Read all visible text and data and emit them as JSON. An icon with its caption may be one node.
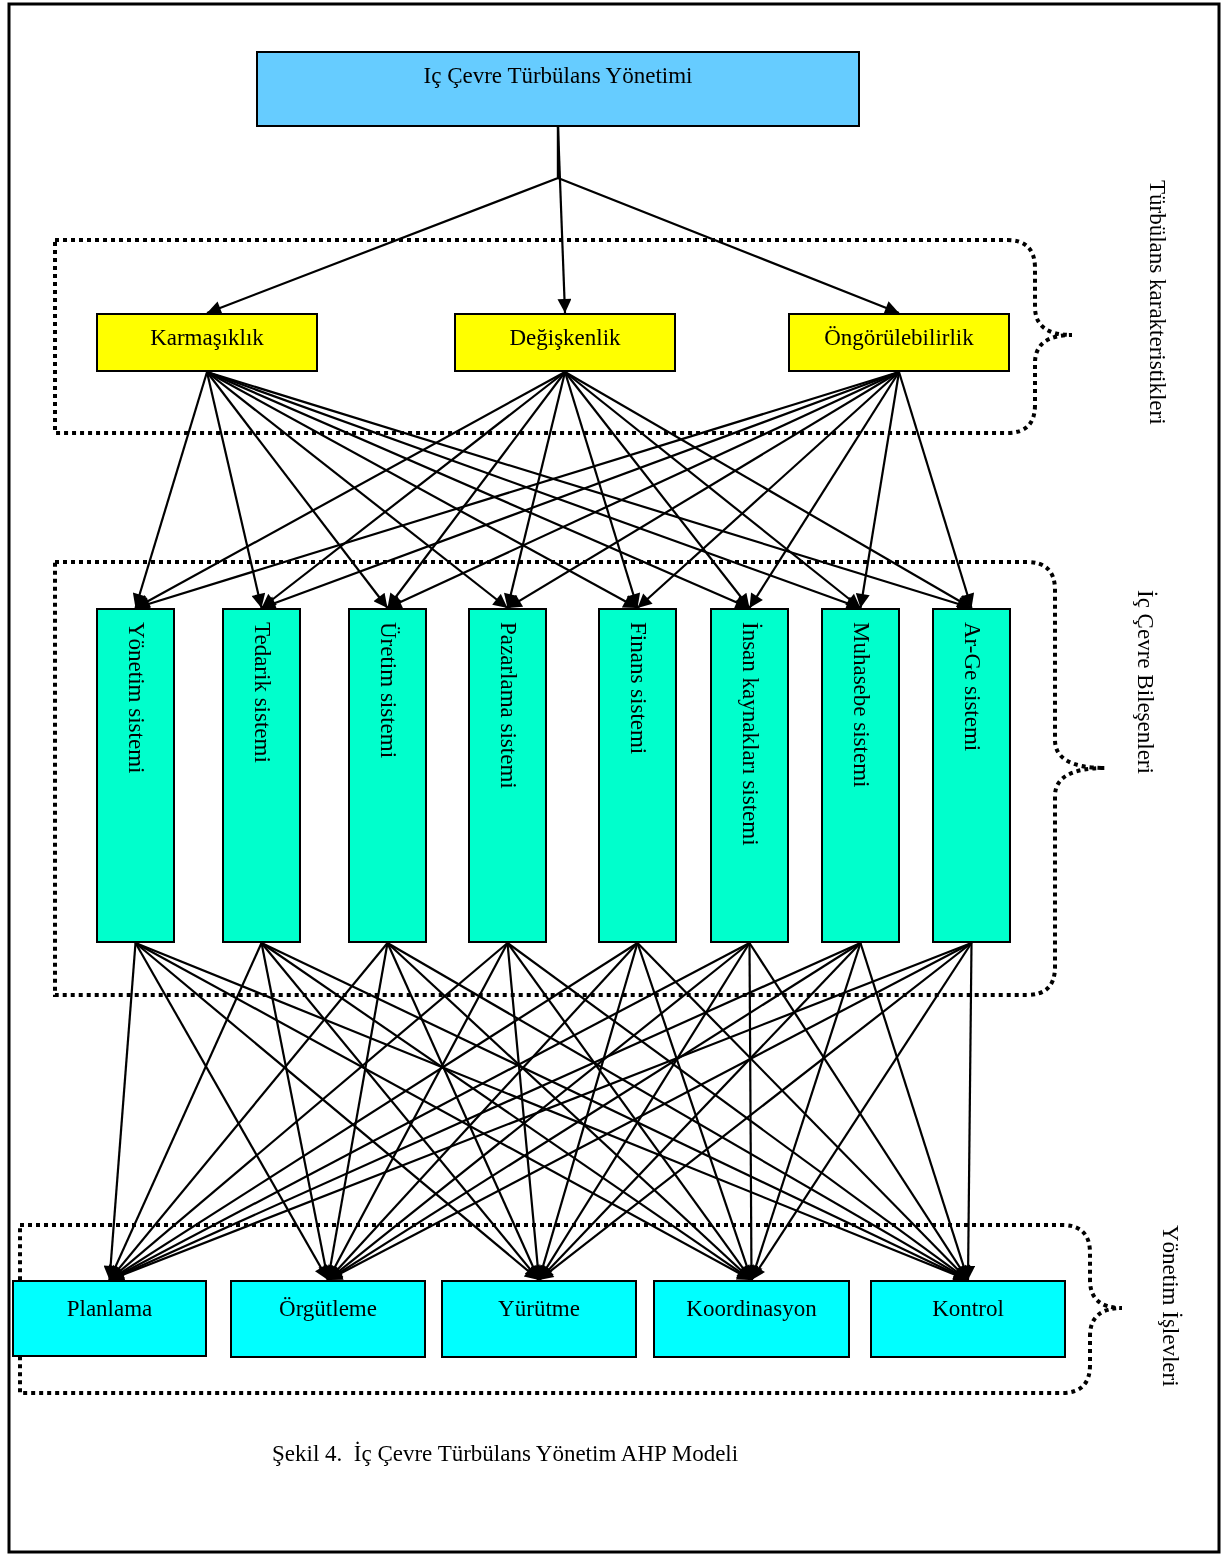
{
  "diagram": {
    "caption": "Şekil 4.  İç Çevre Türbülans Yönetim AHP Modeli",
    "nodes": [
      {
        "text": [
          "Iç Çevre Türbülans Yönetimi"
        ]
      },
      {
        "text": [
          "Türbülans karakteristikleri"
        ]
      },
      {
        "text": [
          "Karmaşıklık"
        ],
        "in": 1
      },
      {
        "text": [
          "Değişkenlik"
        ],
        "in": 1
      },
      {
        "text": [
          "Öngörülebilirlik"
        ],
        "in": 1
      },
      {
        "text": [
          "İç Çevre Bileşenleri"
        ]
      },
      {
        "text": [
          "Yönetim sistemi"
        ],
        "in": 5
      },
      {
        "text": [
          "Tedarik sistemi"
        ],
        "in": 5
      },
      {
        "text": [
          "Üretim sistemi"
        ],
        "in": 5
      },
      {
        "text": [
          "Pazarlama sistemi"
        ],
        "in": 5
      },
      {
        "text": [
          "Finans sistemi"
        ],
        "in": 5
      },
      {
        "text": [
          "İnsan kaynakları sistemi"
        ],
        "in": 5
      },
      {
        "text": [
          "Muhasebe sistemi"
        ],
        "in": 5
      },
      {
        "text": [
          "Ar-Ge sistemi"
        ],
        "in": 5
      },
      {
        "text": [
          "Yönetim İşlevleri"
        ]
      },
      {
        "text": [
          "Planlama"
        ],
        "in": 14
      },
      {
        "text": [
          "Örgütleme"
        ],
        "in": 14
      },
      {
        "text": [
          "Yürütme"
        ],
        "in": 14
      },
      {
        "text": [
          "Koordinasyon"
        ],
        "in": 14
      },
      {
        "text": [
          "Kontrol"
        ],
        "in": 14
      }
    ],
    "edges": [
      {
        "from": 0,
        "to": 2,
        "arrow": "to"
      },
      {
        "from": 0,
        "to": 3,
        "arrow": "to"
      },
      {
        "from": 0,
        "to": 4,
        "arrow": "to"
      },
      {
        "from": 2,
        "to": 6,
        "arrow": "to"
      },
      {
        "from": 2,
        "to": 7,
        "arrow": "to"
      },
      {
        "from": 2,
        "to": 8,
        "arrow": "to"
      },
      {
        "from": 2,
        "to": 9,
        "arrow": "to"
      },
      {
        "from": 2,
        "to": 10,
        "arrow": "to"
      },
      {
        "from": 2,
        "to": 11,
        "arrow": "to"
      },
      {
        "from": 2,
        "to": 12,
        "arrow": "to"
      },
      {
        "from": 2,
        "to": 13,
        "arrow": "to"
      },
      {
        "from": 3,
        "to": 6,
        "arrow": "to"
      },
      {
        "from": 3,
        "to": 7,
        "arrow": "to"
      },
      {
        "from": 3,
        "to": 8,
        "arrow": "to"
      },
      {
        "from": 3,
        "to": 9,
        "arrow": "to"
      },
      {
        "from": 3,
        "to": 10,
        "arrow": "to"
      },
      {
        "from": 3,
        "to": 11,
        "arrow": "to"
      },
      {
        "from": 3,
        "to": 12,
        "arrow": "to"
      },
      {
        "from": 3,
        "to": 13,
        "arrow": "to"
      },
      {
        "from": 4,
        "to": 6,
        "arrow": "to"
      },
      {
        "from": 4,
        "to": 7,
        "arrow": "to"
      },
      {
        "from": 4,
        "to": 8,
        "arrow": "to"
      },
      {
        "from": 4,
        "to": 9,
        "arrow": "to"
      },
      {
        "from": 4,
        "to": 10,
        "arrow": "to"
      },
      {
        "from": 4,
        "to": 11,
        "arrow": "to"
      },
      {
        "from": 4,
        "to": 12,
        "arrow": "to"
      },
      {
        "from": 4,
        "to": 13,
        "arrow": "to"
      },
      {
        "from": 6,
        "to": 15,
        "arrow": "to"
      },
      {
        "from": 6,
        "to": 16,
        "arrow": "to"
      },
      {
        "from": 6,
        "to": 17,
        "arrow": "to"
      },
      {
        "from": 6,
        "to": 18,
        "arrow": "to"
      },
      {
        "from": 6,
        "to": 19,
        "arrow": "to"
      },
      {
        "from": 7,
        "to": 15,
        "arrow": "to"
      },
      {
        "from": 7,
        "to": 16,
        "arrow": "to"
      },
      {
        "from": 7,
        "to": 17,
        "arrow": "to"
      },
      {
        "from": 7,
        "to": 18,
        "arrow": "to"
      },
      {
        "from": 7,
        "to": 19,
        "arrow": "to"
      },
      {
        "from": 8,
        "to": 15,
        "arrow": "to"
      },
      {
        "from": 8,
        "to": 16,
        "arrow": "to"
      },
      {
        "from": 8,
        "to": 17,
        "arrow": "to"
      },
      {
        "from": 8,
        "to": 18,
        "arrow": "to"
      },
      {
        "from": 8,
        "to": 19,
        "arrow": "to"
      },
      {
        "from": 9,
        "to": 15,
        "arrow": "to"
      },
      {
        "from": 9,
        "to": 16,
        "arrow": "to"
      },
      {
        "from": 9,
        "to": 17,
        "arrow": "to"
      },
      {
        "from": 9,
        "to": 18,
        "arrow": "to"
      },
      {
        "from": 9,
        "to": 19,
        "arrow": "to"
      },
      {
        "from": 10,
        "to": 15,
        "arrow": "to"
      },
      {
        "from": 10,
        "to": 16,
        "arrow": "to"
      },
      {
        "from": 10,
        "to": 17,
        "arrow": "to"
      },
      {
        "from": 10,
        "to": 18,
        "arrow": "to"
      },
      {
        "from": 10,
        "to": 19,
        "arrow": "to"
      },
      {
        "from": 11,
        "to": 15,
        "arrow": "to"
      },
      {
        "from": 11,
        "to": 16,
        "arrow": "to"
      },
      {
        "from": 11,
        "to": 17,
        "arrow": "to"
      },
      {
        "from": 11,
        "to": 18,
        "arrow": "to"
      },
      {
        "from": 11,
        "to": 19,
        "arrow": "to"
      },
      {
        "from": 12,
        "to": 15,
        "arrow": "to"
      },
      {
        "from": 12,
        "to": 16,
        "arrow": "to"
      },
      {
        "from": 12,
        "to": 17,
        "arrow": "to"
      },
      {
        "from": 12,
        "to": 18,
        "arrow": "to"
      },
      {
        "from": 12,
        "to": 19,
        "arrow": "to"
      },
      {
        "from": 13,
        "to": 15,
        "arrow": "to"
      },
      {
        "from": 13,
        "to": 16,
        "arrow": "to"
      },
      {
        "from": 13,
        "to": 17,
        "arrow": "to"
      },
      {
        "from": 13,
        "to": 18,
        "arrow": "to"
      },
      {
        "from": 13,
        "to": 19,
        "arrow": "to"
      }
    ]
  }
}
